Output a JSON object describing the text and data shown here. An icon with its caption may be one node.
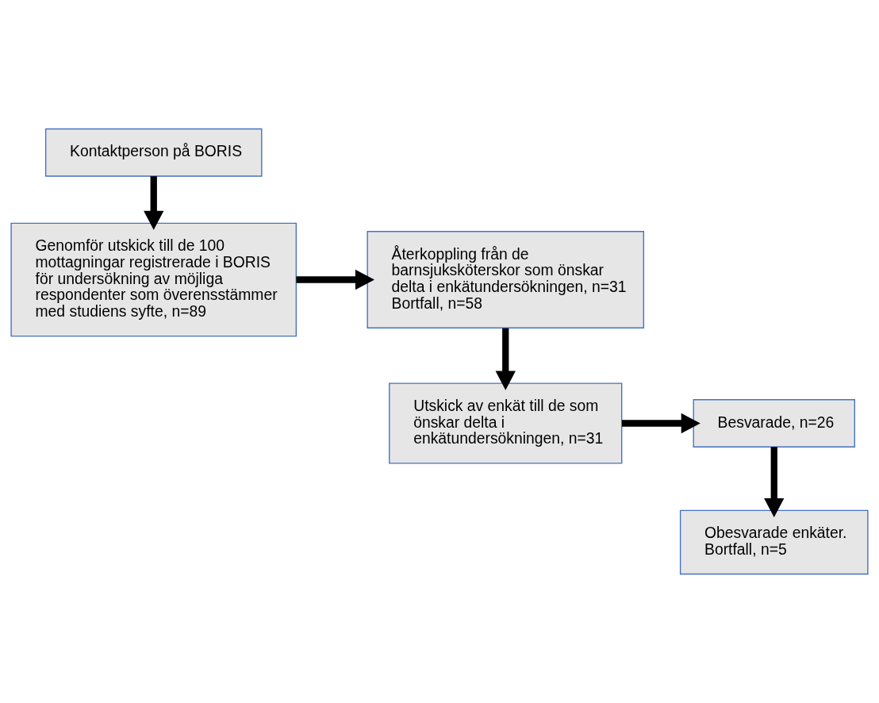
{
  "diagram": {
    "nodes": [
      {
        "text": [
          "Kontaktperson på BORIS"
        ]
      },
      {
        "text": [
          "Genomför utskick till de 100 mottagningar registrerade i BORIS för undersökning av möjliga respondenter som överensstämmer med studiens syfte, n=89"
        ]
      },
      {
        "text": [
          "Återkoppling från de barnsjuksköterskor som önskar delta i enkätundersökningen, n=31",
          "Bortfall, n=58"
        ]
      },
      {
        "text": [
          "Utskick av enkät till de som önskar delta i enkätundersökningen, n=31"
        ]
      },
      {
        "text": [
          "Besvarade, n=26"
        ]
      },
      {
        "text": [
          "Obesvarade enkäter.",
          "Bortfall, n=5"
        ]
      }
    ],
    "edges": [
      {
        "from": 0,
        "to": 1,
        "arrow": "to"
      },
      {
        "from": 1,
        "to": 2,
        "arrow": "to"
      },
      {
        "from": 2,
        "to": 3,
        "arrow": "to"
      },
      {
        "from": 3,
        "to": 4,
        "arrow": "to"
      },
      {
        "from": 4,
        "to": 5,
        "arrow": "to"
      }
    ]
  }
}
